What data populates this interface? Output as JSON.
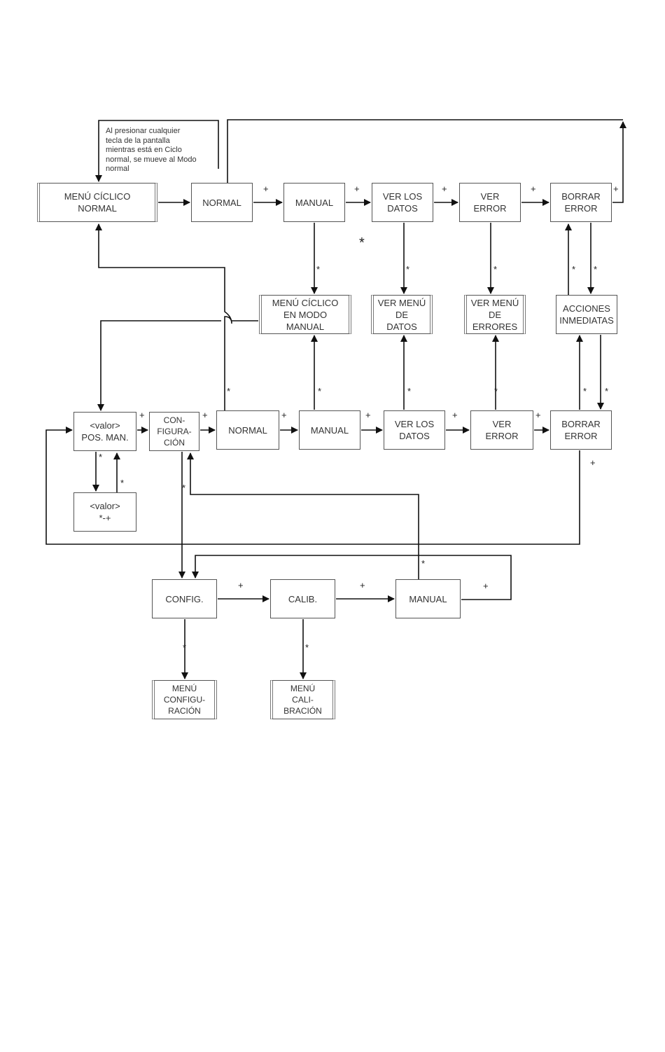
{
  "note": {
    "lines": [
      "Al presionar cualquier",
      "tecla de la pantalla",
      "mientras está en Ciclo",
      "normal, se mueve al Modo",
      "normal"
    ]
  },
  "boxes": {
    "menu_ciclico_normal": [
      "MENÚ CÍCLICO",
      "NORMAL"
    ],
    "normal_top": [
      "NORMAL"
    ],
    "manual_top": [
      "MANUAL"
    ],
    "ver_datos_top": [
      "VER LOS",
      "DATOS"
    ],
    "ver_error_top": [
      "VER",
      "ERROR"
    ],
    "borrar_error_top": [
      "BORRAR",
      "ERROR"
    ],
    "menu_ciclico_manual": [
      "MENÚ CÍCLICO",
      "EN MODO",
      "MANUAL"
    ],
    "ver_menu_datos": [
      "VER MENÚ",
      "DE",
      "DATOS"
    ],
    "ver_menu_errores": [
      "VER MENÚ",
      "DE",
      "ERRORES"
    ],
    "acciones_inmediatas": [
      "ACCIONES",
      "INMEDIATAS"
    ],
    "pos_man": [
      "<valor>",
      "POS. MAN."
    ],
    "configuracion": [
      "CON-",
      "FIGURA-",
      "CIÓN"
    ],
    "normal_mid": [
      "NORMAL"
    ],
    "manual_mid": [
      "MANUAL"
    ],
    "ver_datos_mid": [
      "VER LOS",
      "DATOS"
    ],
    "ver_error_mid": [
      "VER",
      "ERROR"
    ],
    "borrar_error_mid": [
      "BORRAR",
      "ERROR"
    ],
    "valor_adjust": [
      "<valor>",
      "*-+"
    ],
    "config": [
      "CONFIG."
    ],
    "calib": [
      "CALIB."
    ],
    "manual_bottom": [
      "MANUAL"
    ],
    "menu_configuracion": [
      "MENÚ",
      "CONFIGU-",
      "RACIÓN"
    ],
    "menu_calibracion": [
      "MENÚ",
      "CALI-",
      "BRACIÓN"
    ]
  },
  "symbols": {
    "plus": "+",
    "star": "*"
  }
}
